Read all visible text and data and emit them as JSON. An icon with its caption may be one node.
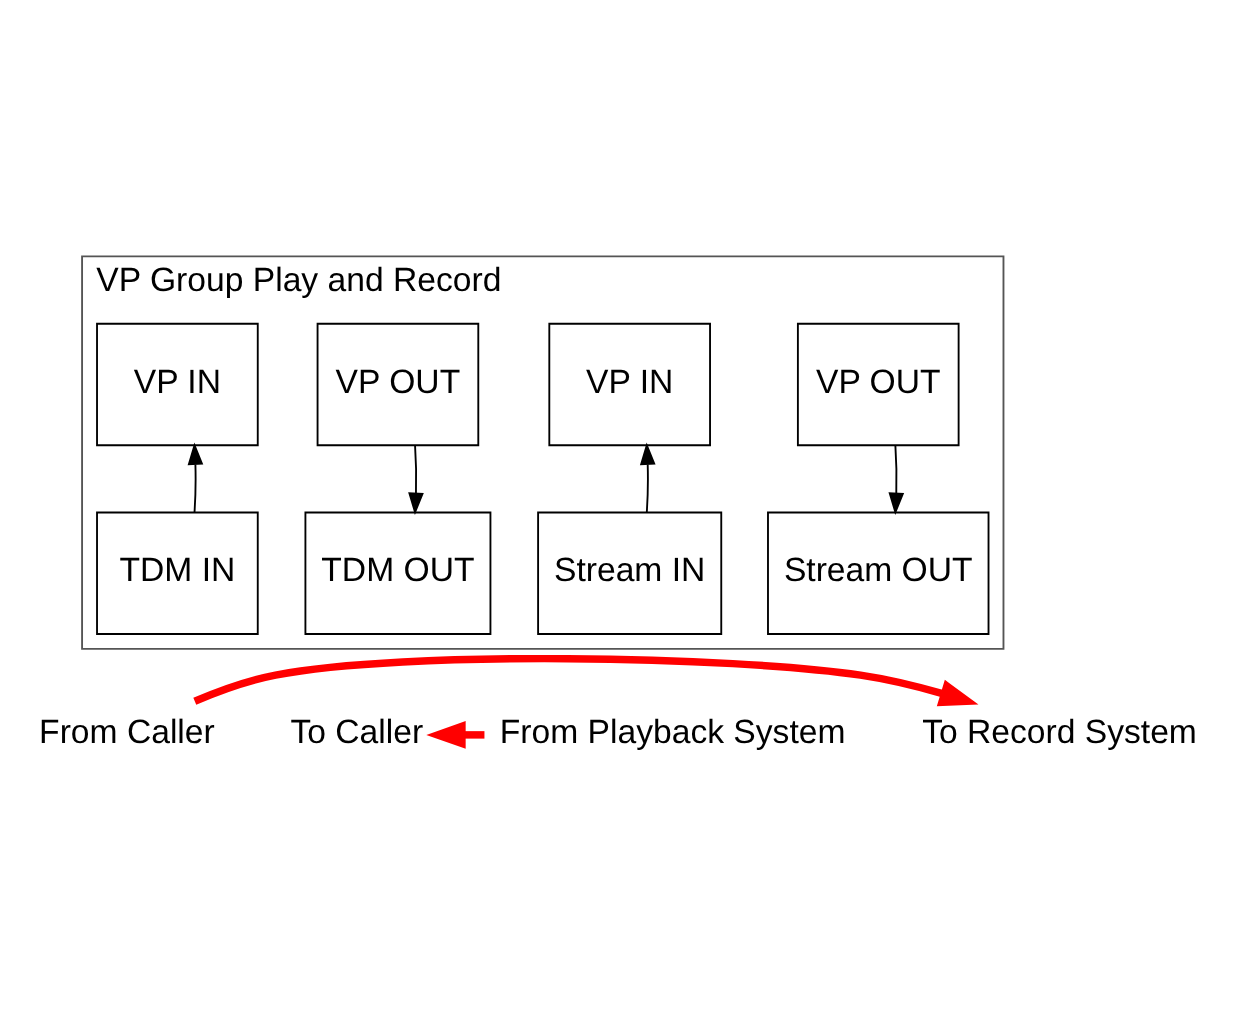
{
  "diagram": {
    "nodes": [
      {
        "text": [
          "VP Group Play and Record"
        ]
      },
      {
        "text": [
          "VP IN"
        ],
        "in": 0
      },
      {
        "text": [
          "VP OUT"
        ],
        "in": 0
      },
      {
        "text": [
          "VP IN"
        ],
        "in": 0
      },
      {
        "text": [
          "VP OUT"
        ],
        "in": 0
      },
      {
        "text": [
          "TDM IN"
        ],
        "in": 0
      },
      {
        "text": [
          "TDM OUT"
        ],
        "in": 0
      },
      {
        "text": [
          "Stream IN"
        ],
        "in": 0
      },
      {
        "text": [
          "Stream OUT"
        ],
        "in": 0
      },
      {
        "text": [
          "From Caller"
        ]
      },
      {
        "text": [
          "To Caller"
        ]
      },
      {
        "text": [
          "From Playback System"
        ]
      },
      {
        "text": [
          "To Record System"
        ]
      }
    ],
    "edges": [
      {
        "from": 5,
        "to": 1,
        "arrow": "to"
      },
      {
        "from": 2,
        "to": 6,
        "arrow": "to"
      },
      {
        "from": 7,
        "to": 3,
        "arrow": "to"
      },
      {
        "from": 4,
        "to": 8,
        "arrow": "to"
      },
      {
        "from": 9,
        "to": 12,
        "arrow": "to",
        "style": "thick",
        "color": "#ff0000"
      },
      {
        "from": 11,
        "to": 10,
        "arrow": "to",
        "style": "thick",
        "color": "#ff0000"
      }
    ]
  }
}
